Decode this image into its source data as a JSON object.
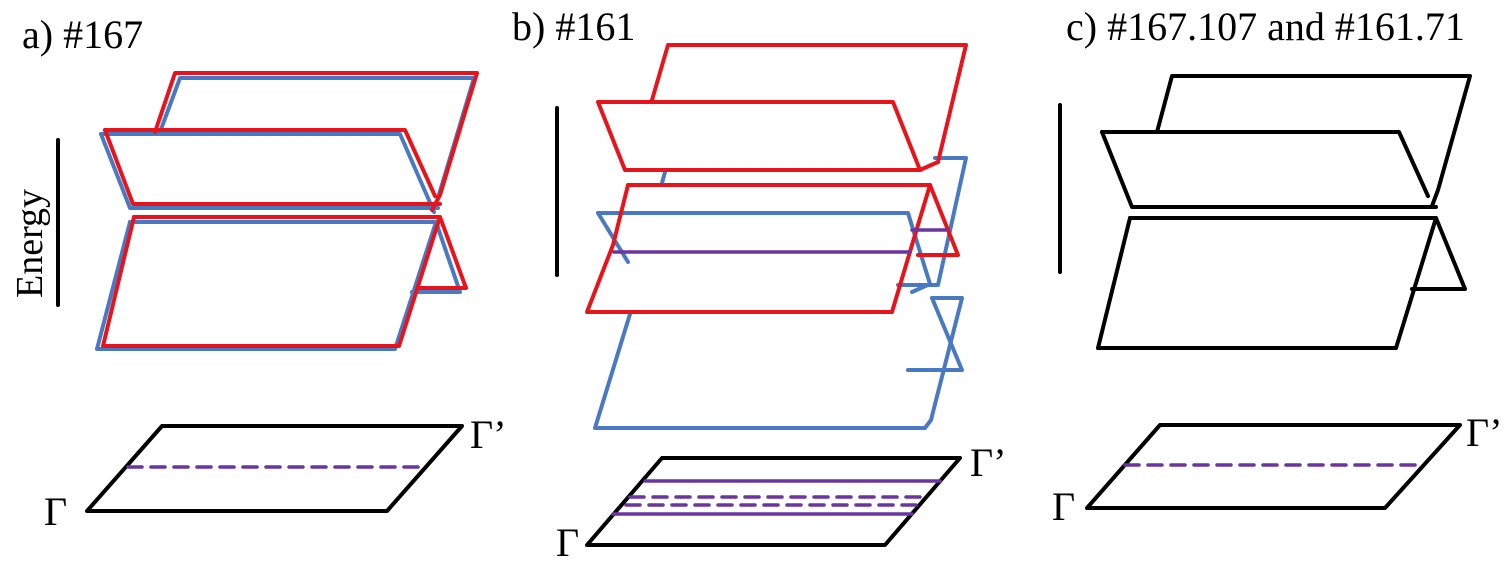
{
  "panels": [
    {
      "title": "a) #167",
      "gamma": "Γ",
      "gamma_prime": "Γ’"
    },
    {
      "title": "b) #161",
      "gamma": "Γ",
      "gamma_prime": "Γ’"
    },
    {
      "title": "c) #167.107 and #161.71",
      "gamma": "Γ",
      "gamma_prime": "Γ’"
    }
  ],
  "axis": {
    "label": "Energy"
  },
  "colors": {
    "red": "#e8141b",
    "blue": "#4a79c4",
    "black": "#000000",
    "purple": "#6b35a0"
  }
}
